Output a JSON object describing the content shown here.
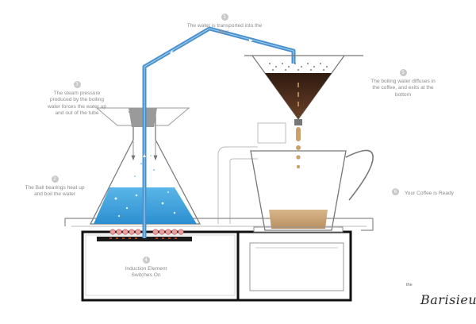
{
  "steps": [
    {
      "num": "1",
      "text": "The water is transported into the filter."
    },
    {
      "num": "2",
      "text": "The Ball bearings heat up and boil the water"
    },
    {
      "num": "3",
      "text": "The steam pressure produced by the boiling water forces the water up and out of the tube"
    },
    {
      "num": "4",
      "text": "Induction Element Switches On"
    },
    {
      "num": "5",
      "text": "The boiling water diffuses in the coffee, and exits at the bottom"
    },
    {
      "num": "6",
      "text": "Your Coffee is Ready"
    }
  ],
  "brand": {
    "prefix": "the",
    "name": "Barisieur"
  },
  "colors": {
    "water": "#3aa0dc",
    "tube": "#4a8fcb",
    "coffee": "#4a2c1e",
    "crema": "#c9a57a",
    "outline": "#7d7d7d",
    "base": "#111111",
    "coil": "#d45a3a"
  }
}
